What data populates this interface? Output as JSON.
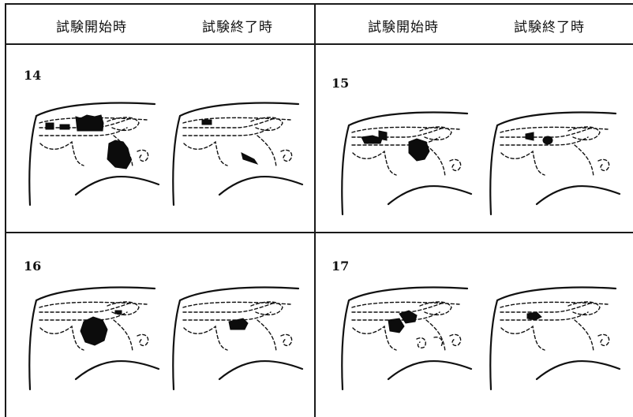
{
  "header": {
    "col1": "試験開始時",
    "col2": "試験終了時",
    "col3": "試験開始時",
    "col4": "試験終了時"
  },
  "cells": {
    "c14": "14",
    "c15": "15",
    "c16": "16",
    "c17": "17"
  }
}
